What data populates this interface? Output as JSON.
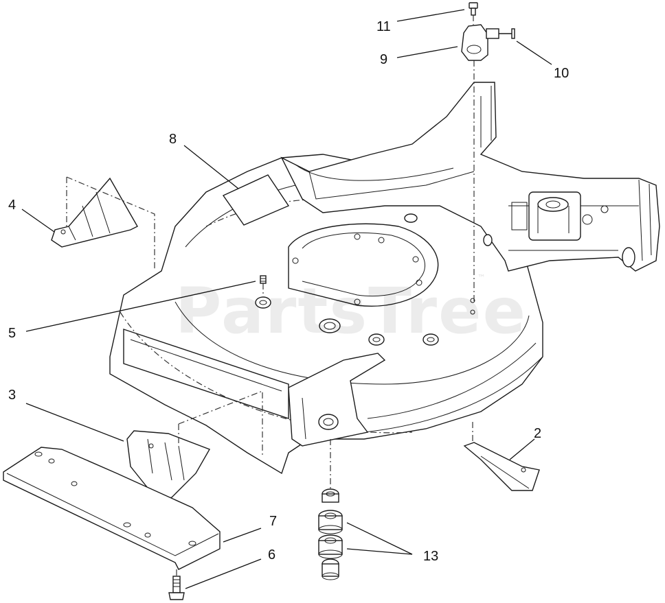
{
  "watermark": {
    "text": "PartsTree",
    "mark": "™"
  },
  "callouts": {
    "n1": "2",
    "n2": "3",
    "n3": "4",
    "n4": "5",
    "n5": "6",
    "n6": "7",
    "n7": "8",
    "n8": "9",
    "n9": "10",
    "n10": "11",
    "n11": "13"
  },
  "colors": {
    "line": "#1a1a1a",
    "background": "#ffffff"
  }
}
